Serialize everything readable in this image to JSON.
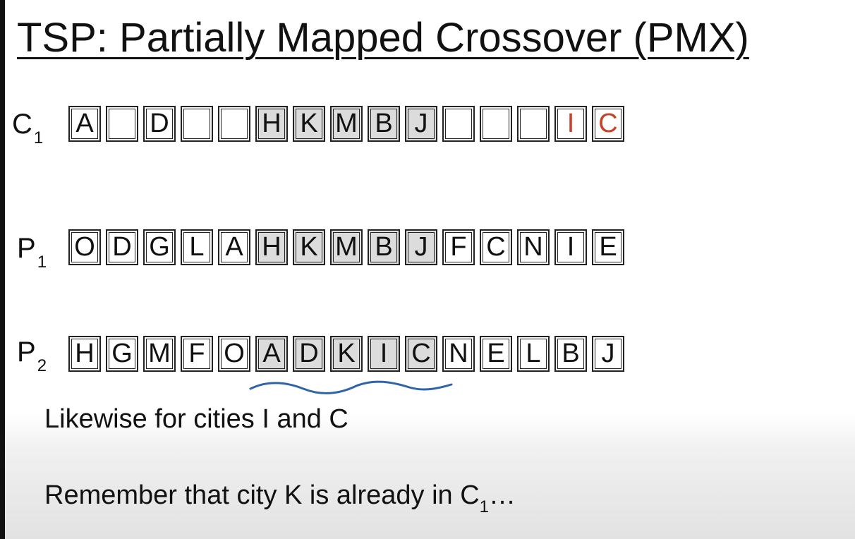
{
  "title": "TSP: Partially Mapped Crossover (PMX)",
  "rows": [
    {
      "id": "c1",
      "label": "C",
      "sub": "1",
      "cells": [
        "A",
        "",
        "D",
        "",
        "",
        "H",
        "K",
        "M",
        "B",
        "J",
        "",
        "",
        "",
        "I",
        "C"
      ]
    },
    {
      "id": "p1",
      "label": "P",
      "sub": "1",
      "cells": [
        "O",
        "D",
        "G",
        "L",
        "A",
        "H",
        "K",
        "M",
        "B",
        "J",
        "F",
        "C",
        "N",
        "I",
        "E"
      ]
    },
    {
      "id": "p2",
      "label": "P",
      "sub": "2",
      "cells": [
        "H",
        "G",
        "M",
        "F",
        "O",
        "A",
        "D",
        "K",
        "I",
        "C",
        "N",
        "E",
        "L",
        "B",
        "J"
      ]
    }
  ],
  "segment_indices": [
    5,
    6,
    7,
    8,
    9
  ],
  "red_cells": {
    "c1": [
      13,
      14
    ]
  },
  "colors": {
    "segment_fill": "#dcdcdc",
    "highlight_text": "#c8412b",
    "squiggle": "#2f64a8"
  },
  "captions": {
    "line1": "Likewise for cities I and C",
    "line2_main": "Remember that city K is already in C",
    "line2_sub": "1",
    "line2_end": "…"
  }
}
